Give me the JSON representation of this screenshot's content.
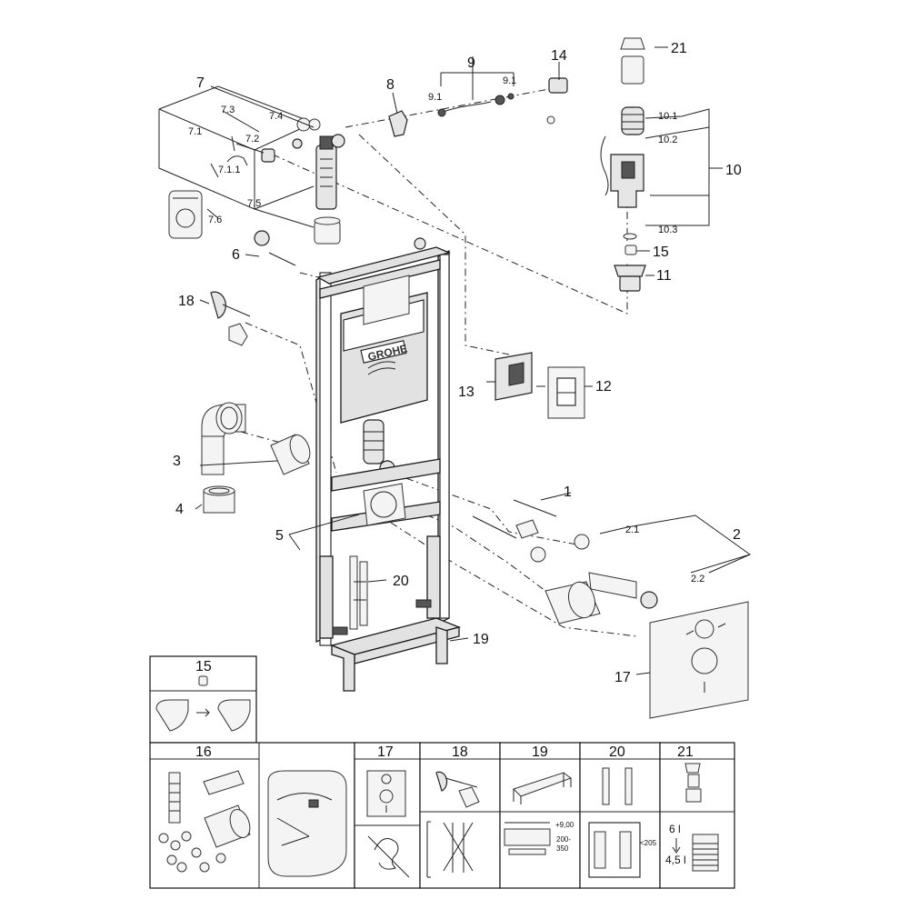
{
  "callouts": {
    "c1": "1",
    "c2": "2",
    "c2_1": "2.1",
    "c2_2": "2.2",
    "c3": "3",
    "c4": "4",
    "c5": "5",
    "c6": "6",
    "c7": "7",
    "c7_1": "7.1",
    "c7_1_1": "7.1.1",
    "c7_2": "7.2",
    "c7_3": "7.3",
    "c7_4": "7.4",
    "c7_5": "7.5",
    "c7_6": "7.6",
    "c8": "8",
    "c9": "9",
    "c9_1a": "9.1",
    "c9_1b": "9.1",
    "c10": "10",
    "c10_1": "10.1",
    "c10_2": "10.2",
    "c10_3": "10.3",
    "c11": "11",
    "c12": "12",
    "c13": "13",
    "c14": "14",
    "c15": "15",
    "c17": "17",
    "c18": "18",
    "c19": "19",
    "c20": "20",
    "c21": "21"
  },
  "logo": "GROHE",
  "legend_top": {
    "title": "15"
  },
  "legend_boxes": [
    {
      "title": "16"
    },
    {
      "title": "17"
    },
    {
      "title": "18"
    },
    {
      "title": "19"
    },
    {
      "title": "20"
    },
    {
      "title": "21"
    }
  ],
  "legend_dims": {
    "d19_a": "+9,00",
    "d19_b": "200-",
    "d19_c": "350",
    "d20": "<205",
    "d21_a": "6 l",
    "d21_b": "4,5 l"
  }
}
